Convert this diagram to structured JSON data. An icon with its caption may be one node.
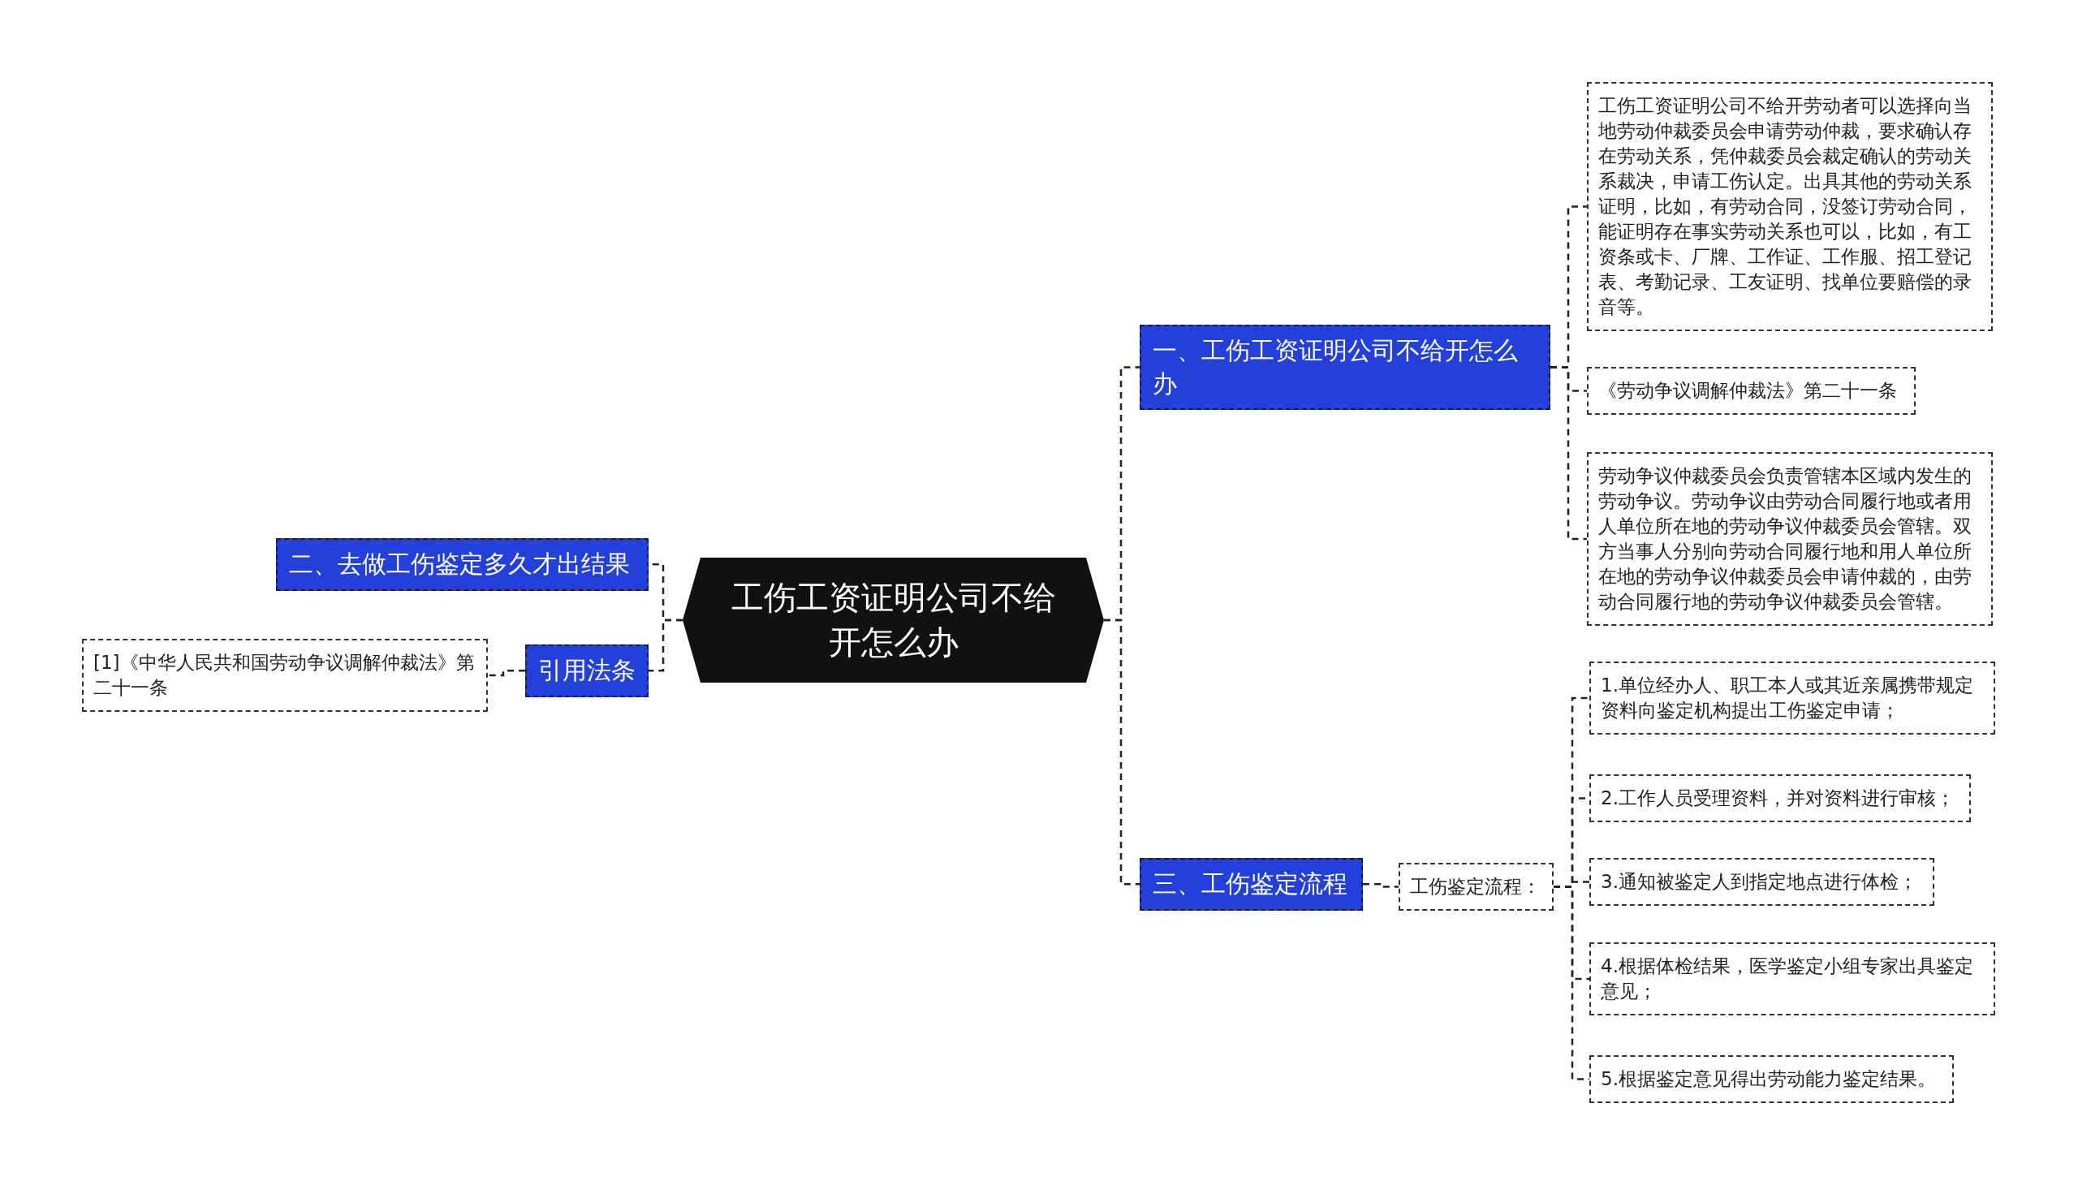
{
  "diagram": {
    "nodes": [
      {
        "text": [
          "工伤工资证明公司不给开怎么办"
        ]
      },
      {
        "text": [
          "一、工伤工资证明公司不给开怎么办"
        ]
      },
      {
        "text": [
          "工伤工资证明公司不给开劳动者可以选择向当地劳动仲裁委员会申请劳动仲裁，要求确认存在劳动关系，凭仲裁委员会裁定确认的劳动关系裁决，申请工伤认定。出具其他的劳动关系证明，比如，有劳动合同，没签订劳动合同，能证明存在事实劳动关系也可以，比如，有工资条或卡、厂牌、工作证、工作服、招工登记表、考勤记录、工友证明、找单位要赔偿的录音等。"
        ]
      },
      {
        "text": [
          "《劳动争议调解仲裁法》第二十一条"
        ]
      },
      {
        "text": [
          "劳动争议仲裁委员会负责管辖本区域内发生的劳动争议。劳动争议由劳动合同履行地或者用人单位所在地的劳动争议仲裁委员会管辖。双方当事人分别向劳动合同履行地和用人单位所在地的劳动争议仲裁委员会申请仲裁的，由劳动合同履行地的劳动争议仲裁委员会管辖。"
        ]
      },
      {
        "text": [
          "三、工伤鉴定流程"
        ]
      },
      {
        "text": [
          "工伤鉴定流程："
        ]
      },
      {
        "text": [
          "1.单位经办人、职工本人或其近亲属携带规定资料向鉴定机构提出工伤鉴定申请；"
        ]
      },
      {
        "text": [
          "2.工作人员受理资料，并对资料进行审核；"
        ]
      },
      {
        "text": [
          "3.通知被鉴定人到指定地点进行体检；"
        ]
      },
      {
        "text": [
          "4.根据体检结果，医学鉴定小组专家出具鉴定意见；"
        ]
      },
      {
        "text": [
          "5.根据鉴定意见得出劳动能力鉴定结果。"
        ]
      },
      {
        "text": [
          "二、去做工伤鉴定多久才出结果"
        ]
      },
      {
        "text": [
          "引用法条"
        ]
      },
      {
        "text": [
          "[1]《中华人民共和国劳动争议调解仲裁法》第二十一条"
        ]
      }
    ],
    "edges": [
      {
        "from": 0,
        "to": 1,
        "arrow": "none"
      },
      {
        "from": 0,
        "to": 5,
        "arrow": "none"
      },
      {
        "from": 0,
        "to": 12,
        "arrow": "none"
      },
      {
        "from": 0,
        "to": 13,
        "arrow": "none"
      },
      {
        "from": 1,
        "to": 2,
        "arrow": "none"
      },
      {
        "from": 1,
        "to": 3,
        "arrow": "none"
      },
      {
        "from": 1,
        "to": 4,
        "arrow": "none"
      },
      {
        "from": 5,
        "to": 6,
        "arrow": "none"
      },
      {
        "from": 6,
        "to": 7,
        "arrow": "none"
      },
      {
        "from": 6,
        "to": 8,
        "arrow": "none"
      },
      {
        "from": 6,
        "to": 9,
        "arrow": "none"
      },
      {
        "from": 6,
        "to": 10,
        "arrow": "none"
      },
      {
        "from": 6,
        "to": 11,
        "arrow": "none"
      },
      {
        "from": 13,
        "to": 14,
        "arrow": "none"
      }
    ]
  }
}
